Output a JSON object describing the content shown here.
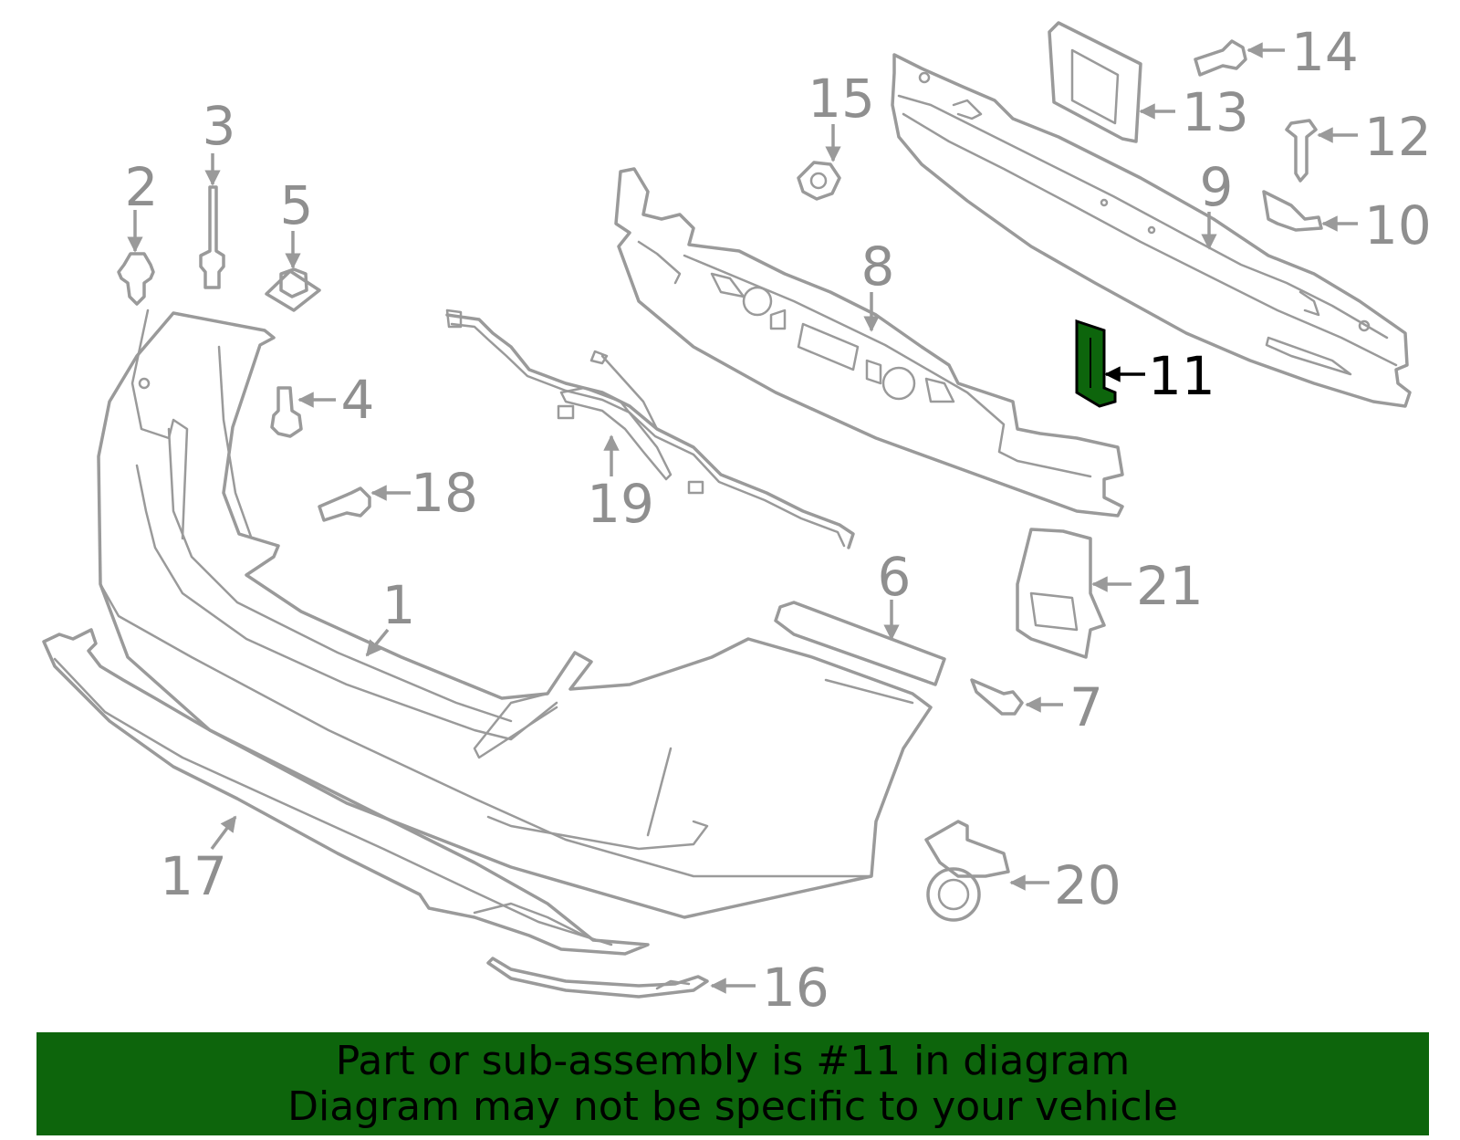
{
  "diagram": {
    "highlight_color": "#0d650c",
    "line_color": "#9a9a9a",
    "highlighted_part": "11",
    "callouts": {
      "c1": "1",
      "c2": "2",
      "c3": "3",
      "c4": "4",
      "c5": "5",
      "c6": "6",
      "c7": "7",
      "c8": "8",
      "c9": "9",
      "c10": "10",
      "c11": "11",
      "c12": "12",
      "c13": "13",
      "c14": "14",
      "c15": "15",
      "c16": "16",
      "c17": "17",
      "c18": "18",
      "c19": "19",
      "c20": "20",
      "c21": "21"
    }
  },
  "banner": {
    "background": "#0d650c",
    "line1": "Part or sub-assembly is #11 in diagram",
    "line2": "Diagram may not be specific to your vehicle"
  }
}
